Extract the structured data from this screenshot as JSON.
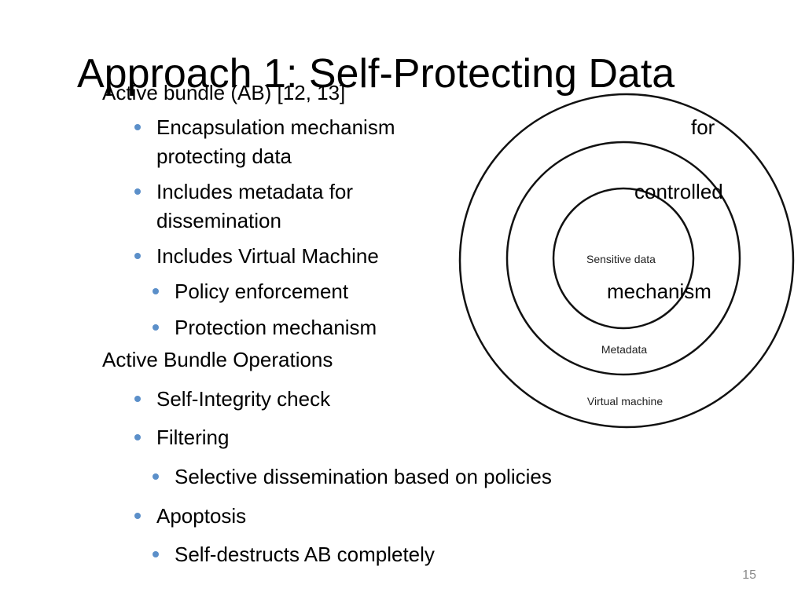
{
  "slide": {
    "title": "Approach 1: Self-Protecting Data",
    "number": "15"
  },
  "bullets": {
    "active_bundle": "Active bundle (AB) [12, 13]",
    "encapsulation_left": "Encapsulation mechanism",
    "encapsulation_right": "for",
    "encapsulation_cont": "protecting data",
    "metadata_left": "Includes metadata for",
    "metadata_right": "controlled",
    "metadata_cont": "dissemination",
    "virtual_machine": "Includes Virtual Machine",
    "policy_left": "Policy enforcement",
    "policy_right": "mechanism",
    "protection": "Protection mechanism",
    "operations": "Active Bundle Operations",
    "self_integrity": "Self-Integrity check",
    "filtering": "Filtering",
    "selective": "Selective dissemination based on policies",
    "apoptosis": "Apoptosis",
    "self_destructs": "Self-destructs AB completely"
  },
  "diagram": {
    "inner_label": "Sensitive data",
    "middle_label": "Metadata",
    "outer_label": "Virtual machine"
  },
  "colors": {
    "bullet": "#5b8fc9",
    "ring": "#111111"
  }
}
